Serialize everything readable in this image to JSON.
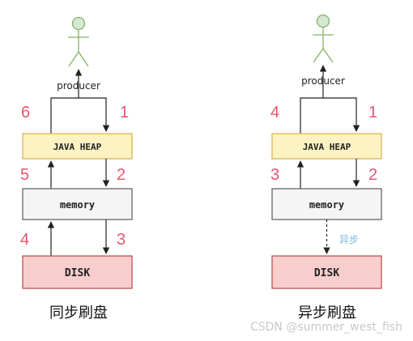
{
  "colors": {
    "step_number": "#e8556f",
    "heap_fill": "#fff2c2",
    "heap_stroke": "#d6b656",
    "memory_fill": "#f5f5f5",
    "memory_stroke": "#666666",
    "disk_fill": "#f8cecc",
    "disk_stroke": "#b85450",
    "actor_fill": "#d5e8d4",
    "actor_stroke": "#82b366",
    "async_note": "#7ab8e8"
  },
  "sync": {
    "producer": "producer",
    "java_heap": "JAVA HEAP",
    "memory": "memory",
    "disk": "DISK",
    "caption": "同步刷盘",
    "steps": {
      "s1": "1",
      "s2": "2",
      "s3": "3",
      "s4": "4",
      "s5": "5",
      "s6": "6"
    }
  },
  "async": {
    "producer": "producer",
    "java_heap": "JAVA HEAP",
    "memory": "memory",
    "disk": "DISK",
    "caption": "异步刷盘",
    "async_note": "异步",
    "steps": {
      "s1": "1",
      "s2": "2",
      "s3": "3",
      "s4": "4"
    }
  },
  "watermark": "CSDN @summer_west_fish"
}
